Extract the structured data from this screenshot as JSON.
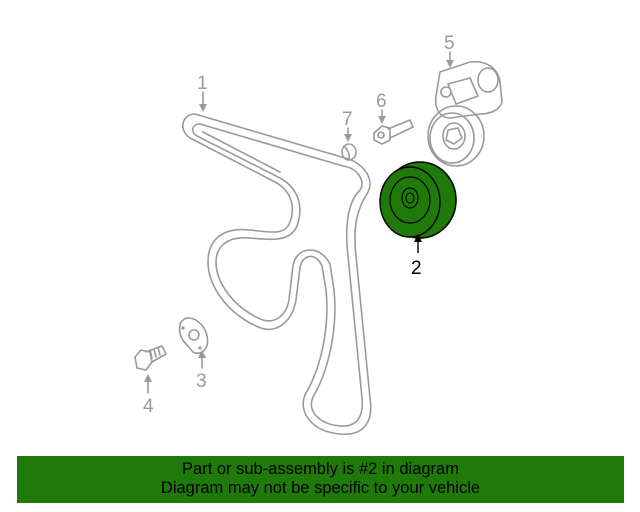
{
  "diagram": {
    "labels": {
      "p1": "1",
      "p2": "2",
      "p3": "3",
      "p4": "4",
      "p5": "5",
      "p6": "6",
      "p7": "7"
    },
    "highlight_color": "#1f7a0a",
    "line_color": "#9a9a9a"
  },
  "banner": {
    "line1": "Part or sub-assembly is #2 in diagram",
    "line2": "Diagram may not be specific to your vehicle",
    "background": "#1f7a0a"
  }
}
